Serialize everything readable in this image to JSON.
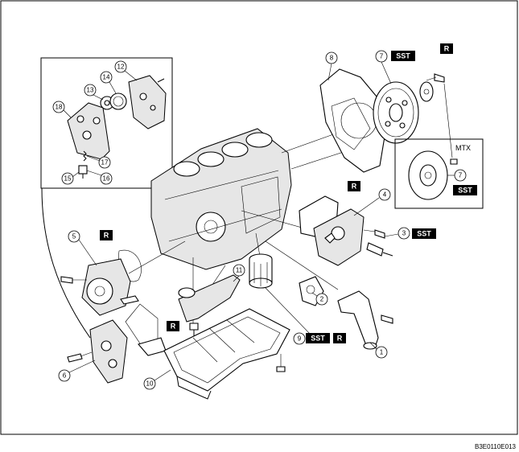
{
  "labels": {
    "n1": "1",
    "n2": "2",
    "n3": "3",
    "n4": "4",
    "n5": "5",
    "n6": "6",
    "n7a": "7",
    "n7b": "7",
    "n8": "8",
    "n9": "9",
    "n10": "10",
    "n11": "11",
    "n12": "12",
    "n13": "13",
    "n14": "14",
    "n15": "15",
    "n16": "16",
    "n17": "17",
    "n18": "18"
  },
  "tags": {
    "sst": "SST",
    "r": "R",
    "mtx": "MTX"
  },
  "figure_code": "B3E0110E013",
  "colors": {
    "ink": "#000000",
    "tag_fill": "#000000",
    "tag_text": "#ffffff",
    "background": "#ffffff"
  }
}
